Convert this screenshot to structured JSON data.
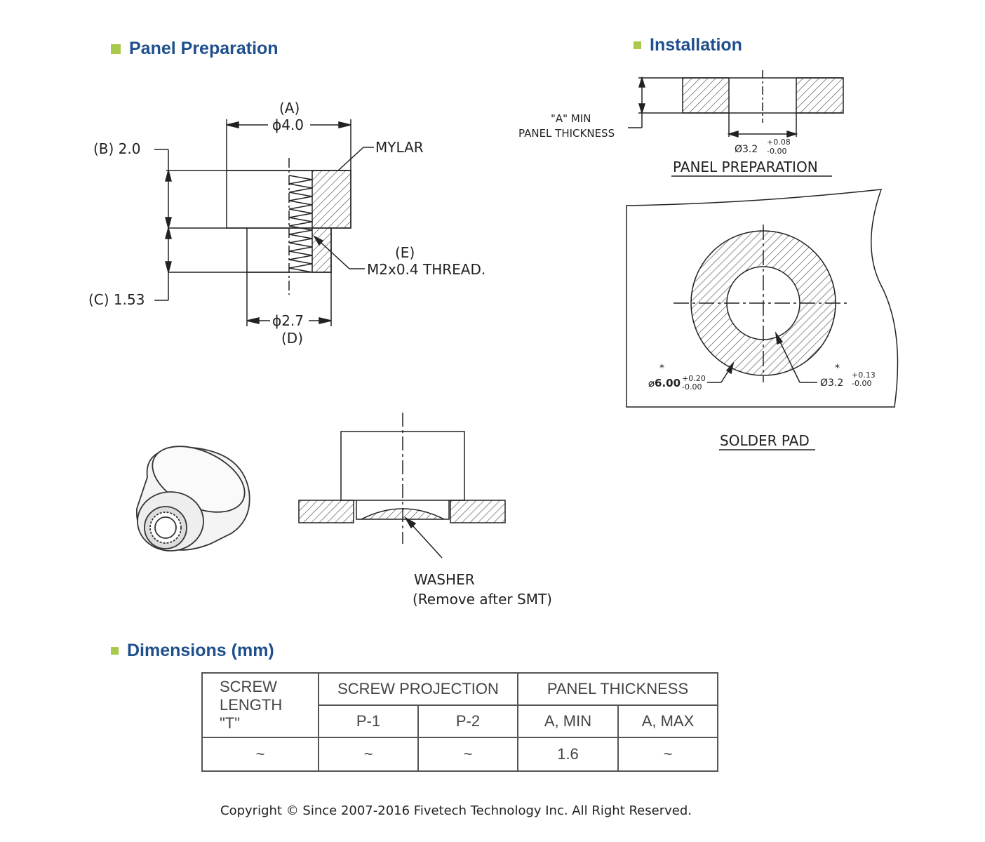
{
  "headings": {
    "panel_preparation": "Panel Preparation",
    "installation": "Installation",
    "dimensions": "Dimensions (mm)"
  },
  "drawing_main": {
    "a_label": "(A)",
    "a_value": "ϕ4.0",
    "b_label": "(B)  2.0",
    "c_label": "(C) 1.53",
    "d_value": "ϕ2.7",
    "d_label": "(D)",
    "e_label": "(E)",
    "mylar": "MYLAR",
    "thread": "M2x0.4 THREAD."
  },
  "washer": {
    "line1": "WASHER",
    "line2": "(Remove after SMT)"
  },
  "installation": {
    "a_min_line1": "\"A\" MIN",
    "a_min_line2": "PANEL THICKNESS",
    "hole_dia": "Ø3.2",
    "hole_tol_plus": "+0.08",
    "hole_tol_minus": "-0.00",
    "panel_prep_caption": "PANEL PREPARATION",
    "pad_outer": "⌀6.00",
    "pad_outer_plus": "+0.20",
    "pad_outer_minus": "-0.00",
    "pad_inner": "Ø3.2",
    "pad_inner_plus": "+0.13",
    "pad_inner_minus": "-0.00",
    "star": "*",
    "solder_caption": "SOLDER PAD"
  },
  "table": {
    "h_screw_length": [
      "SCREW",
      "LENGTH",
      "\"T\""
    ],
    "h_projection": "SCREW PROJECTION",
    "h_panel": "PANEL THICKNESS",
    "sub": [
      "P-1",
      "P-2",
      "A, MIN",
      "A, MAX"
    ],
    "row": [
      "~",
      "~",
      "~",
      "1.6",
      "~"
    ]
  },
  "footer": {
    "copyright": "Copyright © Since 2007-2016 Fivetech Technology Inc. All Right Reserved."
  }
}
